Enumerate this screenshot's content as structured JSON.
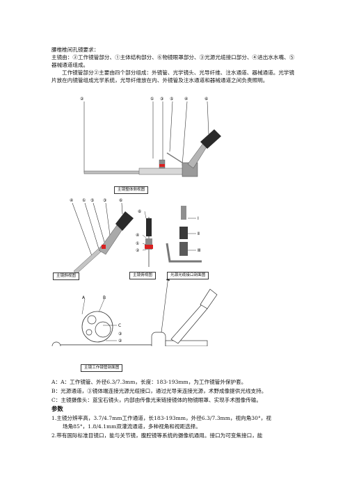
{
  "title": "腰椎椎间孔镜要求：",
  "intro": "主镜由：②工作镜管部分、①主体结构部分、⑥物镜眼罩部分、③光源光缆接口部分、④进出水水嘴、⑤器械通道组成。",
  "para2": "工作镜管部分②主要由四个部分组成：外镜管、光学镜头、光导纤维、注水通道、器械通道。光学镜片放在内镜管组成光学系统，光导纤维放在内、外镜管及注水通道和器械通道之间负责照明。",
  "fig_labels": {
    "top": [
      "②",
      "①",
      "③",
      "⑤",
      "④",
      "⑥"
    ],
    "side": [
      "④",
      "①",
      "⑤",
      "③",
      "⑥"
    ],
    "front": [
      "⑥",
      "④",
      "①",
      "②"
    ],
    "light": [
      "Ⅰ",
      "Ⅱ",
      "Ⅲ"
    ],
    "cross": [
      "A",
      "B",
      "C",
      "②",
      "③"
    ]
  },
  "captions": {
    "c1": "主镜整体侧视图",
    "c2": "主镜斜视图",
    "c3": "主镜俯视图",
    "c4": "光源光缆接口剖面图",
    "c5": "主镜工作镜管剖面图"
  },
  "notes": {
    "a": "A：A：工作镜管、外径6.3/7.3mm，长度：183-193mm，为工作镜管外保护套。",
    "b": "B：光源通道，③镜体端连接光源光缆接口，通过光导束连接光源，术野成像提供光线支持。",
    "c": "C：主镜摄像头：蓝宝石镜头，内部由传像光束链接镜体的物镜眼罩、实现手术图像传输。"
  },
  "params": {
    "heading": "参数",
    "p1a": "1.主镜分辨率高，3.7/4.7mm工作通道，长183-193mm，外径6.3/7.3mm，视向角30°，视",
    "p1b": "场角85°，1.8/4.1mm双灌流通道，多种视角和视距选择。",
    "p2": "2.带有国际标准目镜口，能与关节镜，腹腔镜等系统的摄像机通用。接口为可变焦接口，能"
  }
}
